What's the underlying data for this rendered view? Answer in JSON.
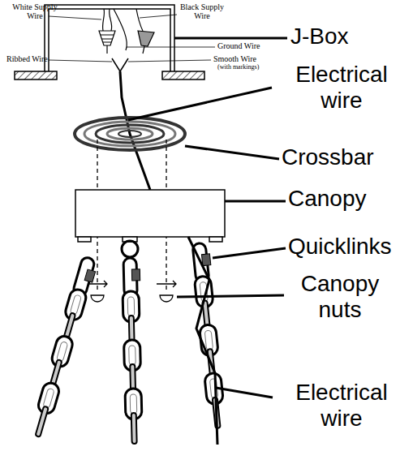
{
  "diagram": {
    "labels": [
      "White Supply Wire",
      "Black Supply Wire",
      "Ribbed Wire",
      "Ground Wire",
      "Smooth Wire",
      "(with markings)",
      "J-Box",
      "Electrical wire",
      "Crossbar",
      "Canopy",
      "Quicklinks",
      "Canopy nuts",
      "Electrical wire"
    ]
  }
}
